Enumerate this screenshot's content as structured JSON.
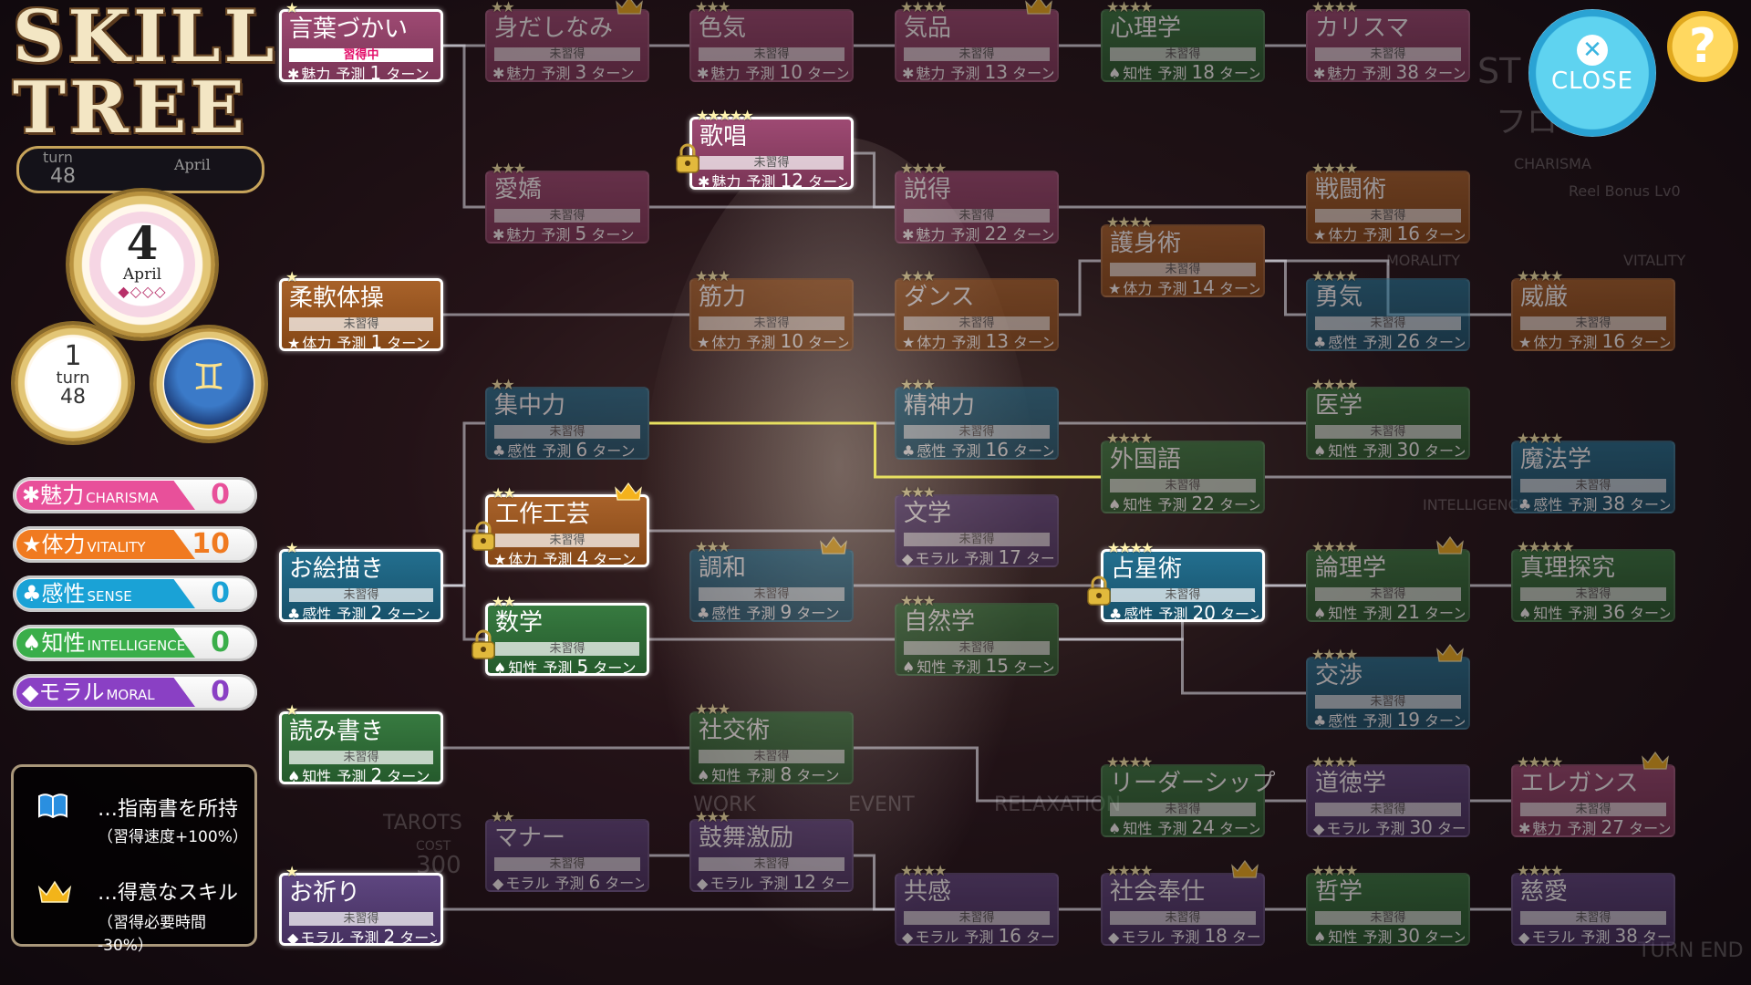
{
  "title": {
    "line1": "SKILL",
    "line2": "TREE"
  },
  "header": {
    "turn_label": "turn",
    "turn_value": "48",
    "month_label": "April",
    "day": "4",
    "month": "April",
    "date_dots": "◆◇◇◇",
    "turn_gear": {
      "top": "1",
      "label": "turn",
      "bottom": "48"
    },
    "zodiac_symbol": "♊"
  },
  "stats": [
    {
      "jp": "✱魅力",
      "en": "CHARISMA",
      "value": "0",
      "color": "#e8509a"
    },
    {
      "jp": "★体力",
      "en": "VITALITY",
      "value": "10",
      "color": "#f07a20"
    },
    {
      "jp": "♣感性",
      "en": "SENSE",
      "value": "0",
      "color": "#1aa2d6"
    },
    {
      "jp": "♠知性",
      "en": "INTELLIGENCE",
      "value": "0",
      "color": "#3aae4a"
    },
    {
      "jp": "◆モラル",
      "en": "MORAL",
      "value": "0",
      "color": "#8a40c4"
    }
  ],
  "legend": {
    "book_text": "…指南書を所持",
    "book_sub": "（習得速度+100%）",
    "crown_text": "…得意なスキル",
    "crown_sub": "（習得必要時間 -30%）"
  },
  "buttons": {
    "close": "CLOSE",
    "help": "?"
  },
  "ghost_texts": [
    "ST",
    "フロ",
    "CHARISMA",
    "Reel Bonus Lv0",
    "MORALITY",
    "VITALITY",
    "TAROTS",
    "COST",
    "300",
    "WORK",
    "EVENT",
    "RELAXATION",
    "INTELLIGENCE",
    "TURN END"
  ],
  "colors": {
    "charisma": "#8c3d62",
    "vitality": "#9a5520",
    "sense": "#1d6a8a",
    "intelligence": "#2e6a36",
    "moral": "#5a3a7a"
  },
  "skills": [
    {
      "id": "kotoba",
      "name": "言葉づかい",
      "stars": "★",
      "status": "習得中",
      "suit": "✱",
      "stat": "魅力",
      "pred": "予測",
      "days": "1",
      "unit": "ターン",
      "type": "charisma",
      "dim": false,
      "highlight": true,
      "active": true
    },
    {
      "id": "midashinami",
      "name": "身だしなみ",
      "stars": "★★",
      "status": "未習得",
      "suit": "✱",
      "stat": "魅力",
      "pred": "予測",
      "days": "3",
      "unit": "ターン",
      "type": "charisma",
      "dim": true,
      "crown": true
    },
    {
      "id": "iroke",
      "name": "色気",
      "stars": "★★★",
      "status": "未習得",
      "suit": "✱",
      "stat": "魅力",
      "pred": "予測",
      "days": "10",
      "unit": "ターン",
      "type": "charisma",
      "dim": true
    },
    {
      "id": "kihin",
      "name": "気品",
      "stars": "★★★★",
      "status": "未習得",
      "suit": "✱",
      "stat": "魅力",
      "pred": "予測",
      "days": "13",
      "unit": "ターン",
      "type": "charisma",
      "dim": true,
      "crown": true
    },
    {
      "id": "shinrigaku",
      "name": "心理学",
      "stars": "★★★★",
      "status": "未習得",
      "suit": "♠",
      "stat": "知性",
      "pred": "予測",
      "days": "18",
      "unit": "ターン",
      "type": "intelligence",
      "dim": true
    },
    {
      "id": "charisma",
      "name": "カリスマ",
      "stars": "★★★★",
      "status": "未習得",
      "suit": "✱",
      "stat": "魅力",
      "pred": "予測",
      "days": "38",
      "unit": "ターン",
      "type": "charisma",
      "dim": true
    },
    {
      "id": "kasho",
      "name": "歌唱",
      "stars": "★★★★★",
      "status": "未習得",
      "suit": "✱",
      "stat": "魅力",
      "pred": "予測",
      "days": "12",
      "unit": "ターン",
      "type": "charisma",
      "dim": false,
      "highlight": true,
      "lock": true
    },
    {
      "id": "aikyo",
      "name": "愛嬌",
      "stars": "★★★",
      "status": "未習得",
      "suit": "✱",
      "stat": "魅力",
      "pred": "予測",
      "days": "5",
      "unit": "ターン",
      "type": "charisma",
      "dim": true
    },
    {
      "id": "settoku",
      "name": "説得",
      "stars": "★★★★",
      "status": "未習得",
      "suit": "✱",
      "stat": "魅力",
      "pred": "予測",
      "days": "22",
      "unit": "ターン",
      "type": "charisma",
      "dim": true
    },
    {
      "id": "sentojutsu",
      "name": "戦闘術",
      "stars": "★★★★",
      "status": "未習得",
      "suit": "★",
      "stat": "体力",
      "pred": "予測",
      "days": "16",
      "unit": "ターン",
      "type": "vitality",
      "dim": true
    },
    {
      "id": "goshinjutsu",
      "name": "護身術",
      "stars": "★★★★",
      "status": "未習得",
      "suit": "★",
      "stat": "体力",
      "pred": "予測",
      "days": "14",
      "unit": "ターン",
      "type": "vitality",
      "dim": true
    },
    {
      "id": "ii",
      "name": "威厳",
      "stars": "★★★★",
      "status": "未習得",
      "suit": "★",
      "stat": "体力",
      "pred": "予測",
      "days": "16",
      "unit": "ターン",
      "type": "vitality",
      "dim": true
    },
    {
      "id": "junan",
      "name": "柔軟体操",
      "stars": "★",
      "status": "未習得",
      "suit": "★",
      "stat": "体力",
      "pred": "予測",
      "days": "1",
      "unit": "ターン",
      "type": "vitality",
      "dim": false,
      "highlight": true
    },
    {
      "id": "kinryoku",
      "name": "筋力",
      "stars": "★★★",
      "status": "未習得",
      "suit": "★",
      "stat": "体力",
      "pred": "予測",
      "days": "10",
      "unit": "ターン",
      "type": "vitality",
      "dim": true
    },
    {
      "id": "dance",
      "name": "ダンス",
      "stars": "★★★",
      "status": "未習得",
      "suit": "★",
      "stat": "体力",
      "pred": "予測",
      "days": "13",
      "unit": "ターン",
      "type": "vitality",
      "dim": true
    },
    {
      "id": "yuki",
      "name": "勇気",
      "stars": "★★★★",
      "status": "未習得",
      "suit": "♣",
      "stat": "感性",
      "pred": "予測",
      "days": "26",
      "unit": "ターン",
      "type": "sense",
      "dim": true
    },
    {
      "id": "shuchu",
      "name": "集中力",
      "stars": "★★",
      "status": "未習得",
      "suit": "♣",
      "stat": "感性",
      "pred": "予測",
      "days": "6",
      "unit": "ターン",
      "type": "sense",
      "dim": true
    },
    {
      "id": "seishin",
      "name": "精神力",
      "stars": "★★★",
      "status": "未習得",
      "suit": "♣",
      "stat": "感性",
      "pred": "予測",
      "days": "16",
      "unit": "ターン",
      "type": "sense",
      "dim": true
    },
    {
      "id": "igaku",
      "name": "医学",
      "stars": "★★★★",
      "status": "未習得",
      "suit": "♠",
      "stat": "知性",
      "pred": "予測",
      "days": "30",
      "unit": "ターン",
      "type": "intelligence",
      "dim": true
    },
    {
      "id": "gaikokugo",
      "name": "外国語",
      "stars": "★★★★",
      "status": "未習得",
      "suit": "♠",
      "stat": "知性",
      "pred": "予測",
      "days": "22",
      "unit": "ターン",
      "type": "intelligence",
      "dim": true
    },
    {
      "id": "mahogaku",
      "name": "魔法学",
      "stars": "★★★★",
      "status": "未習得",
      "suit": "♣",
      "stat": "感性",
      "pred": "予測",
      "days": "38",
      "unit": "ターン",
      "type": "sense",
      "dim": true
    },
    {
      "id": "kosaku",
      "name": "工作工芸",
      "stars": "★★",
      "status": "未習得",
      "suit": "★",
      "stat": "体力",
      "pred": "予測",
      "days": "4",
      "unit": "ターン",
      "type": "vitality",
      "dim": false,
      "highlight": true,
      "crown": true,
      "lock": true
    },
    {
      "id": "bungaku",
      "name": "文学",
      "stars": "★★★",
      "status": "未習得",
      "suit": "◆",
      "stat": "モラル",
      "pred": "予測",
      "days": "17",
      "unit": "ターン",
      "type": "moral",
      "dim": true
    },
    {
      "id": "oekaki",
      "name": "お絵描き",
      "stars": "★",
      "status": "未習得",
      "suit": "♣",
      "stat": "感性",
      "pred": "予測",
      "days": "2",
      "unit": "ターン",
      "type": "sense",
      "dim": false,
      "highlight": true
    },
    {
      "id": "chowa",
      "name": "調和",
      "stars": "★★★",
      "status": "未習得",
      "suit": "♣",
      "stat": "感性",
      "pred": "予測",
      "days": "9",
      "unit": "ターン",
      "type": "sense",
      "dim": true,
      "crown": true
    },
    {
      "id": "senseijutsu",
      "name": "占星術",
      "stars": "★★★★",
      "status": "未習得",
      "suit": "♣",
      "stat": "感性",
      "pred": "予測",
      "days": "20",
      "unit": "ターン",
      "type": "sense",
      "dim": false,
      "highlight": true,
      "lock": true
    },
    {
      "id": "ronrigaku",
      "name": "論理学",
      "stars": "★★★★",
      "status": "未習得",
      "suit": "♠",
      "stat": "知性",
      "pred": "予測",
      "days": "21",
      "unit": "ターン",
      "type": "intelligence",
      "dim": true,
      "crown": true
    },
    {
      "id": "shinri",
      "name": "真理探究",
      "stars": "★★★★★",
      "status": "未習得",
      "suit": "♠",
      "stat": "知性",
      "pred": "予測",
      "days": "36",
      "unit": "ターン",
      "type": "intelligence",
      "dim": true
    },
    {
      "id": "sugaku",
      "name": "数学",
      "stars": "★★",
      "status": "未習得",
      "suit": "♠",
      "stat": "知性",
      "pred": "予測",
      "days": "5",
      "unit": "ターン",
      "type": "intelligence",
      "dim": false,
      "highlight": true,
      "lock": true
    },
    {
      "id": "shizenkagaku",
      "name": "自然学",
      "stars": "★★★",
      "status": "未習得",
      "suit": "♠",
      "stat": "知性",
      "pred": "予測",
      "days": "15",
      "unit": "ターン",
      "type": "intelligence",
      "dim": true
    },
    {
      "id": "kosho",
      "name": "交渉",
      "stars": "★★★★",
      "status": "未習得",
      "suit": "♣",
      "stat": "感性",
      "pred": "予測",
      "days": "19",
      "unit": "ターン",
      "type": "sense",
      "dim": true,
      "crown": true
    },
    {
      "id": "yomikaki",
      "name": "読み書き",
      "stars": "★",
      "status": "未習得",
      "suit": "♠",
      "stat": "知性",
      "pred": "予測",
      "days": "2",
      "unit": "ターン",
      "type": "intelligence",
      "dim": false,
      "highlight": true
    },
    {
      "id": "shakojutsu",
      "name": "社交術",
      "stars": "★★★",
      "status": "未習得",
      "suit": "♠",
      "stat": "知性",
      "pred": "予測",
      "days": "8",
      "unit": "ターン",
      "type": "intelligence",
      "dim": true
    },
    {
      "id": "leadership",
      "name": "リーダーシップ",
      "stars": "★★★★",
      "status": "未習得",
      "suit": "♠",
      "stat": "知性",
      "pred": "予測",
      "days": "24",
      "unit": "ターン",
      "type": "intelligence",
      "dim": true
    },
    {
      "id": "dotokugaku",
      "name": "道徳学",
      "stars": "★★★★",
      "status": "未習得",
      "suit": "◆",
      "stat": "モラル",
      "pred": "予測",
      "days": "30",
      "unit": "ターン",
      "type": "moral",
      "dim": true
    },
    {
      "id": "elegance",
      "name": "エレガンス",
      "stars": "★★★★",
      "status": "未習得",
      "suit": "✱",
      "stat": "魅力",
      "pred": "予測",
      "days": "27",
      "unit": "ターン",
      "type": "charisma",
      "dim": true,
      "crown": true
    },
    {
      "id": "manner",
      "name": "マナー",
      "stars": "★★",
      "status": "未習得",
      "suit": "◆",
      "stat": "モラル",
      "pred": "予測",
      "days": "6",
      "unit": "ターン",
      "type": "moral",
      "dim": true
    },
    {
      "id": "kobu",
      "name": "鼓舞激励",
      "stars": "★★★",
      "status": "未習得",
      "suit": "◆",
      "stat": "モラル",
      "pred": "予測",
      "days": "12",
      "unit": "ターン",
      "type": "moral",
      "dim": true
    },
    {
      "id": "oinori",
      "name": "お祈り",
      "stars": "★",
      "status": "未習得",
      "suit": "◆",
      "stat": "モラル",
      "pred": "予測",
      "days": "2",
      "unit": "ターン",
      "type": "moral",
      "dim": false,
      "highlight": true
    },
    {
      "id": "kyokan",
      "name": "共感",
      "stars": "★★★★",
      "status": "未習得",
      "suit": "◆",
      "stat": "モラル",
      "pred": "予測",
      "days": "16",
      "unit": "ターン",
      "type": "moral",
      "dim": true
    },
    {
      "id": "shakaihoshi",
      "name": "社会奉仕",
      "stars": "★★★★",
      "status": "未習得",
      "suit": "◆",
      "stat": "モラル",
      "pred": "予測",
      "days": "18",
      "unit": "ターン",
      "type": "moral",
      "dim": true,
      "crown": true
    },
    {
      "id": "tetsugaku",
      "name": "哲学",
      "stars": "★★★★",
      "status": "未習得",
      "suit": "♠",
      "stat": "知性",
      "pred": "予測",
      "days": "30",
      "unit": "ターン",
      "type": "intelligence",
      "dim": true
    },
    {
      "id": "jiai",
      "name": "慈愛",
      "stars": "★★★★",
      "status": "未習得",
      "suit": "◆",
      "stat": "モラル",
      "pred": "予測",
      "days": "38",
      "unit": "ターン",
      "type": "moral",
      "dim": true
    }
  ]
}
